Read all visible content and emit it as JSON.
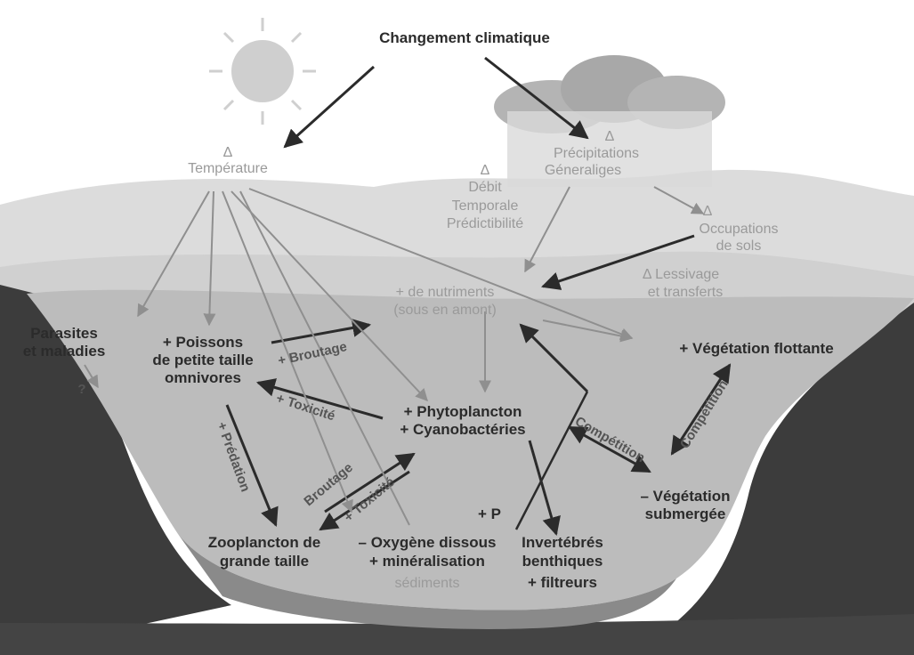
{
  "title": "Changement climatique",
  "labels": {
    "temperature_delta": "Δ",
    "temperature": "Température",
    "precip_delta": "Δ",
    "precip_1": "Précipitations",
    "precip_2": "Géneraliges",
    "debit_delta": "Δ",
    "debit_1": "Débit",
    "debit_2": "Temporale",
    "debit_3": "Prédictibilité",
    "occupation_delta": "Δ",
    "occupation_1": "Occupations",
    "occupation_2": "de sols",
    "lessivage_1": "Δ Lessivage",
    "lessivage_2": "et transferts",
    "nutriments_1": "+ de nutriments",
    "nutriments_2": "(sous en amont)",
    "parasites_1": "Parasites",
    "parasites_2": "et maladies",
    "poissons_1": "+ Poissons",
    "poissons_2": "de petite taille",
    "poissons_3": "omnivores",
    "broutage_fish": "+ Broutage",
    "vegetation_flottante": "+ Végétation flottante",
    "phyto_1": "+ Phytoplancton",
    "phyto_2": "+ Cyanobactéries",
    "toxicite_fish": "+ Toxicité",
    "predation": "+ Prédation",
    "broutage_zoo": "Broutage",
    "toxicite_zoo": "+ Toxicité",
    "competition_1": "Compétition",
    "competition_2": "Compétition",
    "vegetation_submergee_1": "– Végétation",
    "vegetation_submergee_2": "submergée",
    "plus_p": "+ P",
    "zoo_1": "Zooplancton de",
    "zoo_2": "grande taille",
    "oxygene_1": "– Oxygène dissous",
    "oxygene_2": "+ minéralisation",
    "oxygene_3": "sédiments",
    "invert_1": "Invertébrés",
    "invert_2": "benthiques",
    "invert_3": "+ filtreurs",
    "question": "?"
  },
  "icons": [
    "sun-icon",
    "cloud-icon"
  ],
  "colors": {
    "water": "#bdbdbd",
    "land": "#d2d2d2",
    "sediment": "#3a3a3a",
    "dark_arrow": "#2b2b2b",
    "light_arrow": "#8f8f8f"
  }
}
